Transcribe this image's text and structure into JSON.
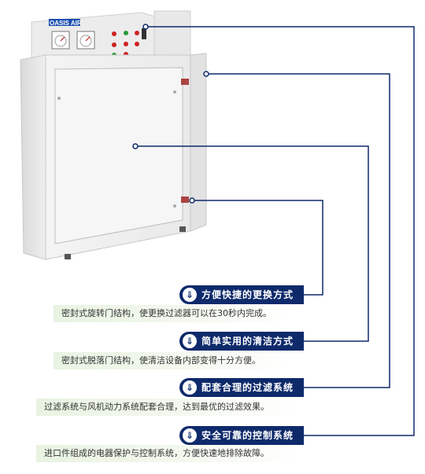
{
  "brand_label": "OASIS AIR",
  "features": [
    {
      "icon": "arrow-down-circle-icon",
      "title": "方便快捷的更换方式",
      "desc": "密封式旋转门结构，使更换过滤器可以在30秒内完成。"
    },
    {
      "icon": "arrow-down-circle-icon",
      "title": "简单实用的清洁方式",
      "desc": "密封式脱落门结构，使清洁设备内部变得十分方便。"
    },
    {
      "icon": "arrow-down-circle-icon",
      "title": "配套合理的过滤系统",
      "desc": "过滤系统与风机动力系统配套合理，达到最优的过滤效果。"
    },
    {
      "icon": "arrow-down-circle-icon",
      "title": "安全可靠的控制系统",
      "desc": "进口件组成的电器保护与控制系统，方便快速地排除故障。"
    }
  ],
  "colors": {
    "pill": "#0e2a6b",
    "desc_bg": "#e8f3e2",
    "machine": "#eeeeee"
  }
}
